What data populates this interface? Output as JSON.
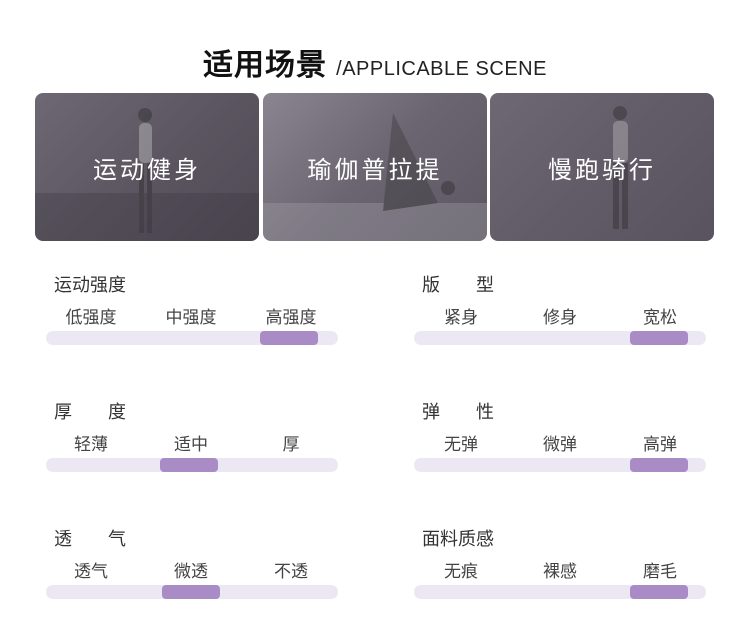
{
  "header": {
    "title_cn": "适用场景",
    "title_en": "/APPLICABLE SCENE"
  },
  "scenes": [
    {
      "label": "运动健身"
    },
    {
      "label": "瑜伽普拉提"
    },
    {
      "label": "慢跑骑行"
    }
  ],
  "attributes": [
    {
      "name": "运动强度",
      "options": [
        "低强度",
        "中强度",
        "高强度"
      ],
      "selected": "高强度"
    },
    {
      "name": "版　　型",
      "options": [
        "紧身",
        "修身",
        "宽松"
      ],
      "selected": "宽松"
    },
    {
      "name": "厚　　度",
      "options": [
        "轻薄",
        "适中",
        "厚"
      ],
      "selected": "适中"
    },
    {
      "name": "弹　　性",
      "options": [
        "无弹",
        "微弹",
        "高弹"
      ],
      "selected": "高弹"
    },
    {
      "name": "透　　气",
      "options": [
        "透气",
        "微透",
        "不透"
      ],
      "selected": "微透"
    },
    {
      "name": "面料质感",
      "options": [
        "无痕",
        "裸感",
        "磨毛"
      ],
      "selected": "磨毛"
    }
  ],
  "colors": {
    "track": "#ebe8f4",
    "indicator": "#a98cc6"
  }
}
